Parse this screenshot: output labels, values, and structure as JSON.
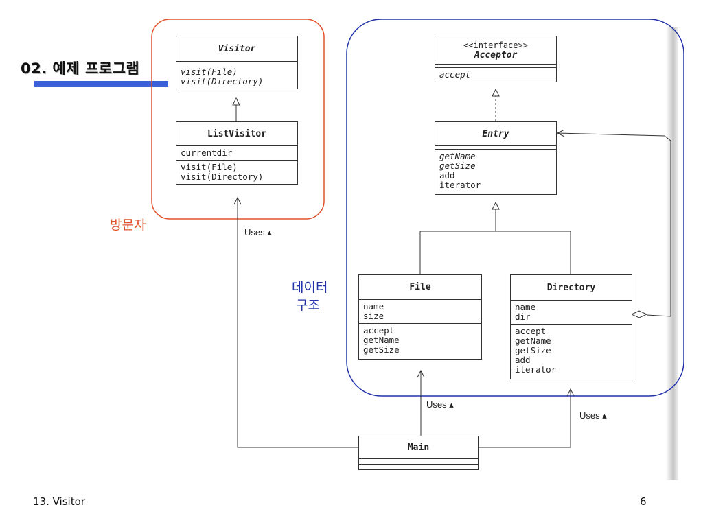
{
  "slide": {
    "title": "02. 예제 프로그램",
    "footer_left": "13. Visitor",
    "page_number": "6",
    "accent_bar_color": "#3a62d8"
  },
  "groups": {
    "visitor": {
      "label": "방문자",
      "color": "#e0522c"
    },
    "data_structure": {
      "label": "데이터\n 구조",
      "color": "#2233aa"
    }
  },
  "classes": {
    "visitor": {
      "name": "Visitor",
      "operations": [
        "visit(File)",
        "visit(Directory)"
      ]
    },
    "list_visitor": {
      "name": "ListVisitor",
      "fields": [
        "currentdir"
      ],
      "operations": [
        "visit(File)",
        "visit(Directory)"
      ]
    },
    "acceptor": {
      "stereotype": "<<interface>>",
      "name": "Acceptor",
      "operations": [
        "accept"
      ]
    },
    "entry": {
      "name": "Entry",
      "operations": [
        "getName",
        "getSize",
        "add",
        "iterator"
      ]
    },
    "file": {
      "name": "File",
      "fields": [
        "name",
        "size"
      ],
      "operations": [
        "accept",
        "getName",
        "getSize"
      ]
    },
    "directory": {
      "name": "Directory",
      "fields": [
        "name",
        "dir"
      ],
      "operations": [
        "accept",
        "getName",
        "getSize",
        "add",
        "iterator"
      ]
    },
    "main": {
      "name": "Main"
    }
  },
  "associations": {
    "uses_label": "Uses ▴"
  }
}
